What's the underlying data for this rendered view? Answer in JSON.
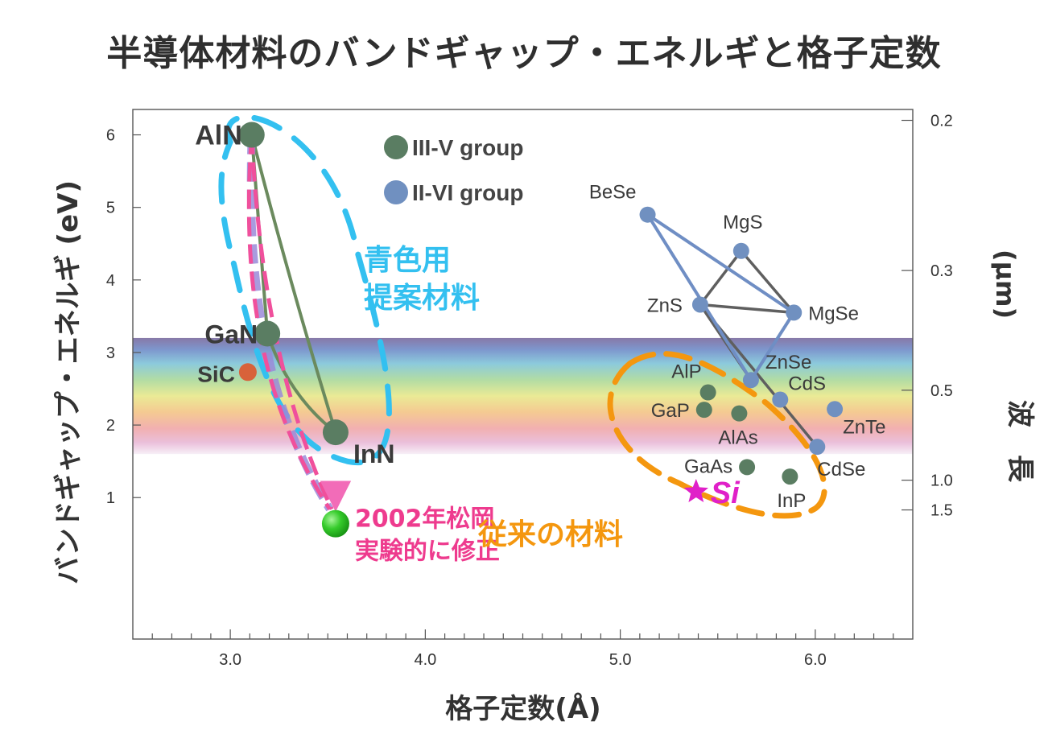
{
  "title": "半導体材料のバンドギャップ・エネルギと格子定数",
  "chart_data": {
    "type": "scatter",
    "xlabel": "格子定数(Å)",
    "ylabel": "バンドギャップ・エネルギ (eV)",
    "y2label_text": "波　長",
    "y2label_unit": "(μm)",
    "xlim": [
      2.5,
      6.5
    ],
    "ylim": [
      -0.95,
      6.35
    ],
    "x_ticks": [
      3.0,
      4.0,
      5.0,
      6.0
    ],
    "x_tick_labels": [
      "3.0",
      "4.0",
      "5.0",
      "6.0"
    ],
    "y_ticks": [
      1,
      2,
      3,
      4,
      5,
      6
    ],
    "y_tick_labels": [
      "1",
      "2",
      "3",
      "4",
      "5",
      "6"
    ],
    "y2_ticks": [
      {
        "label": "0.2",
        "ev": 6.2
      },
      {
        "label": "0.3",
        "ev": 4.13
      },
      {
        "label": "0.5",
        "ev": 2.48
      },
      {
        "label": "1.0",
        "ev": 1.24
      },
      {
        "label": "1.5",
        "ev": 0.83
      }
    ],
    "visible_band_ev": [
      1.6,
      3.2
    ],
    "legend": [
      {
        "name": "III-V group",
        "color": "#5a7d62"
      },
      {
        "name": "II-VI group",
        "color": "#7090c0"
      }
    ],
    "points": [
      {
        "label": "AlN",
        "x": 3.11,
        "y": 6.0,
        "group": "III-V",
        "color": "#5a7d62",
        "r": 16,
        "fs": 34,
        "bold": true,
        "lx": -12,
        "ly": 12,
        "anchor": "end"
      },
      {
        "label": "GaN",
        "x": 3.19,
        "y": 3.26,
        "group": "III-V",
        "color": "#5a7d62",
        "r": 16,
        "fs": 32,
        "bold": true,
        "lx": -12,
        "ly": 12,
        "anchor": "end"
      },
      {
        "label": "InN",
        "x": 3.54,
        "y": 1.9,
        "group": "III-V",
        "color": "#5a7d62",
        "r": 16,
        "fs": 32,
        "bold": true,
        "lx": 22,
        "ly": 38,
        "anchor": "start"
      },
      {
        "label": "SiC",
        "x": 3.09,
        "y": 2.73,
        "group": "other",
        "color": "#d8623a",
        "r": 11,
        "fs": 28,
        "bold": true,
        "lx": -16,
        "ly": 12,
        "anchor": "end"
      },
      {
        "label": "AlP",
        "x": 5.45,
        "y": 2.45,
        "group": "III-V",
        "color": "#5a7d62",
        "r": 10,
        "fs": 24,
        "bold": false,
        "lx": -8,
        "ly": -18,
        "anchor": "end"
      },
      {
        "label": "GaP",
        "x": 5.43,
        "y": 2.21,
        "group": "III-V",
        "color": "#5a7d62",
        "r": 10,
        "fs": 24,
        "bold": false,
        "lx": -18,
        "ly": 9,
        "anchor": "end"
      },
      {
        "label": "AlAs",
        "x": 5.61,
        "y": 2.16,
        "group": "III-V",
        "color": "#5a7d62",
        "r": 10,
        "fs": 24,
        "bold": false,
        "lx": -26,
        "ly": 38,
        "anchor": "start"
      },
      {
        "label": "GaAs",
        "x": 5.65,
        "y": 1.42,
        "group": "III-V",
        "color": "#5a7d62",
        "r": 10,
        "fs": 24,
        "bold": false,
        "lx": -18,
        "ly": 7,
        "anchor": "end"
      },
      {
        "label": "InP",
        "x": 5.87,
        "y": 1.29,
        "group": "III-V",
        "color": "#5a7d62",
        "r": 10,
        "fs": 24,
        "bold": false,
        "lx": -16,
        "ly": 38,
        "anchor": "start"
      },
      {
        "label": "BeSe",
        "x": 5.14,
        "y": 4.9,
        "group": "II-VI",
        "color": "#7090c0",
        "r": 10,
        "fs": 24,
        "bold": false,
        "lx": -14,
        "ly": -20,
        "anchor": "end"
      },
      {
        "label": "MgS",
        "x": 5.62,
        "y": 4.4,
        "group": "II-VI",
        "color": "#7090c0",
        "r": 10,
        "fs": 24,
        "bold": false,
        "lx": 2,
        "ly": -28,
        "anchor": "middle"
      },
      {
        "label": "ZnS",
        "x": 5.41,
        "y": 3.66,
        "group": "II-VI",
        "color": "#7090c0",
        "r": 10,
        "fs": 24,
        "bold": false,
        "lx": -22,
        "ly": 9,
        "anchor": "end"
      },
      {
        "label": "MgSe",
        "x": 5.89,
        "y": 3.55,
        "group": "II-VI",
        "color": "#7090c0",
        "r": 10,
        "fs": 24,
        "bold": false,
        "lx": 18,
        "ly": 9,
        "anchor": "start"
      },
      {
        "label": "ZnSe",
        "x": 5.67,
        "y": 2.62,
        "group": "II-VI",
        "color": "#7090c0",
        "r": 10,
        "fs": 24,
        "bold": false,
        "lx": 18,
        "ly": -14,
        "anchor": "start"
      },
      {
        "label": "CdS",
        "x": 5.82,
        "y": 2.35,
        "group": "II-VI",
        "color": "#7090c0",
        "r": 10,
        "fs": 24,
        "bold": false,
        "lx": 10,
        "ly": -12,
        "anchor": "start"
      },
      {
        "label": "ZnTe",
        "x": 6.1,
        "y": 2.22,
        "group": "II-VI",
        "color": "#7090c0",
        "r": 10,
        "fs": 24,
        "bold": false,
        "lx": 10,
        "ly": 30,
        "anchor": "start"
      },
      {
        "label": "CdSe",
        "x": 6.01,
        "y": 1.7,
        "group": "II-VI",
        "color": "#7090c0",
        "r": 10,
        "fs": 24,
        "bold": false,
        "lx": 0,
        "ly": 36,
        "anchor": "start"
      }
    ],
    "nitride_curves": [
      {
        "from": "AlN",
        "to": "GaN",
        "via": "straight"
      },
      {
        "from": "GaN",
        "to": "InN",
        "via": "straight"
      },
      {
        "from": "AlN",
        "to": "InN",
        "via": "straight"
      }
    ],
    "ii_vi_lines": [
      [
        "BeSe",
        "MgSe"
      ],
      [
        "BeSe",
        "ZnSe"
      ],
      [
        "MgSe",
        "ZnSe"
      ]
    ],
    "gray_lines": [
      [
        "ZnS",
        "MgS"
      ],
      [
        "MgS",
        "MgSe"
      ],
      [
        "ZnS",
        "ZnSe"
      ],
      [
        "ZnS",
        "CdSe"
      ],
      [
        "MgSe",
        "ZnSe"
      ]
    ],
    "inn_revised": {
      "x": 3.54,
      "y": 0.64,
      "color": "#22c022",
      "label_line1": "2002年松岡",
      "label_line2": "実験的に修正",
      "label_color": "#ee3b8e"
    },
    "si": {
      "x": 5.43,
      "y": 1.08,
      "label": "Si",
      "color": "#e020c8"
    },
    "annotations": {
      "blue_region_line1": "青色用",
      "blue_region_line2": "提案材料",
      "blue_color": "#33c0f0",
      "orange_region": "従来の材料",
      "orange_color": "#f4970f"
    }
  }
}
